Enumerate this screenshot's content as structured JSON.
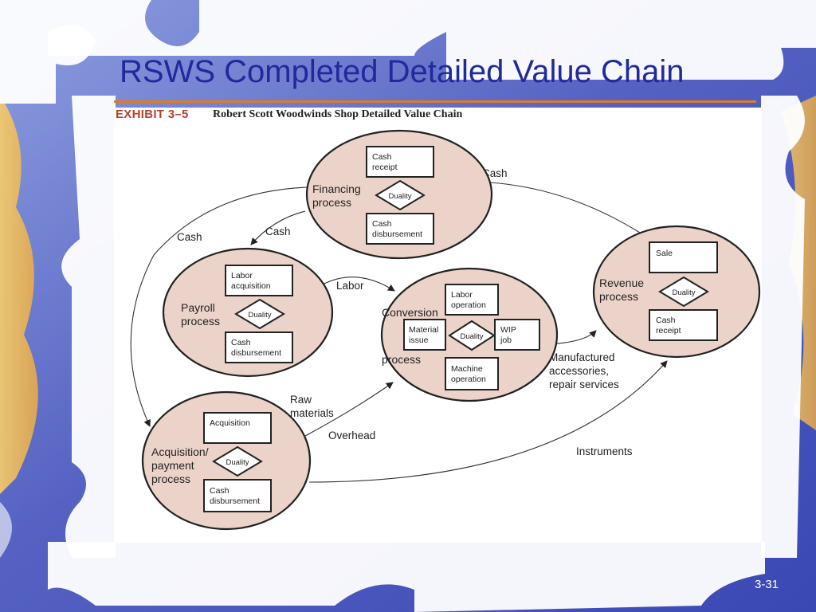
{
  "slide": {
    "title": "RSWS Completed Detailed Value Chain",
    "page_number": "3-31"
  },
  "exhibit": {
    "label": "EXHIBIT 3–5",
    "caption": "Robert Scott Woodwinds Shop Detailed Value Chain"
  },
  "diagram": {
    "duality_label": "Duality",
    "processes": {
      "financing": {
        "line1": "Financing",
        "line2": "process",
        "top_box": [
          "Cash",
          "receipt"
        ],
        "bottom_box": [
          "Cash",
          "disbursement"
        ]
      },
      "payroll": {
        "line1": "Payroll",
        "line2": "process",
        "top_box": [
          "Labor",
          "acquisition"
        ],
        "bottom_box": [
          "Cash",
          "disbursement"
        ]
      },
      "conversion": {
        "line1": "Conversion",
        "line2": "process",
        "top_box": [
          "Labor",
          "operation"
        ],
        "left_box": [
          "Material",
          "issue"
        ],
        "right_box": [
          "WIP",
          "job"
        ],
        "bottom_box": [
          "Machine",
          "operation"
        ]
      },
      "acquisition": {
        "line1": "Acquisition/",
        "line2": "payment",
        "line3": "process",
        "top_box": [
          "Acquisition"
        ],
        "bottom_box": [
          "Cash",
          "disbursement"
        ]
      },
      "revenue": {
        "line1": "Revenue",
        "line2": "process",
        "top_box": [
          "Sale"
        ],
        "bottom_box": [
          "Cash",
          "receipt"
        ]
      }
    },
    "flows": {
      "cash_from_revenue": "Cash",
      "cash_to_payroll": "Cash",
      "cash_to_acquisition": "Cash",
      "labor": "Labor",
      "raw_materials": [
        "Raw",
        "materials"
      ],
      "overhead": "Overhead",
      "manufactured": [
        "Manufactured",
        "accessories,",
        "repair services"
      ],
      "instruments": "Instruments"
    }
  },
  "colors": {
    "title": "#1f2a9c",
    "rule": "#e07b1f",
    "process_fill": "#ecd3c9",
    "background_sky": "#6a78c8",
    "background_warm": "#f2c25a"
  }
}
